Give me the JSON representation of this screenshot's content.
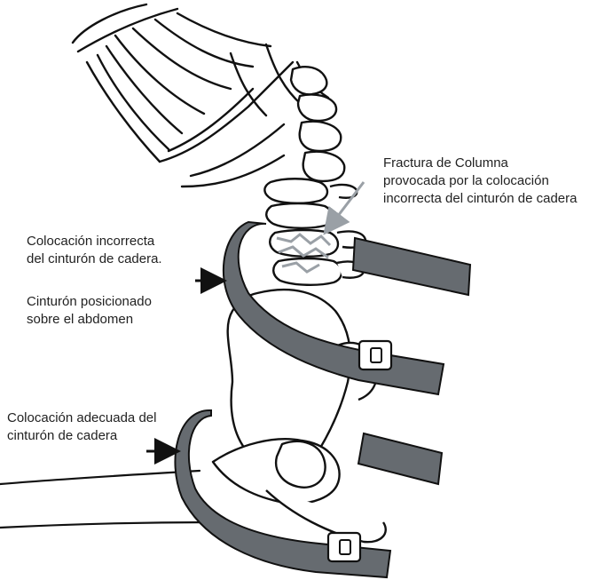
{
  "labels": {
    "fracture": {
      "line1": "Fractura de Columna",
      "line2": "provocada por la colocación",
      "line3": "incorrecta del cinturón de cadera"
    },
    "incorrect": {
      "line1": "Colocación incorrecta",
      "line2": "del cinturón de cadera."
    },
    "on_abdomen": {
      "line1": "Cinturón posicionado",
      "line2": "sobre el abdomen"
    },
    "correct": {
      "line1": "Colocación adecuada del",
      "line2": "cinturón de cadera"
    }
  },
  "colors": {
    "line": "#111111",
    "belt": "#666b70",
    "fracture": "#9aa0a6",
    "background": "#ffffff"
  },
  "icons": [
    "arrow-right-icon",
    "arrow-down-left-icon",
    "buckle-icon"
  ]
}
